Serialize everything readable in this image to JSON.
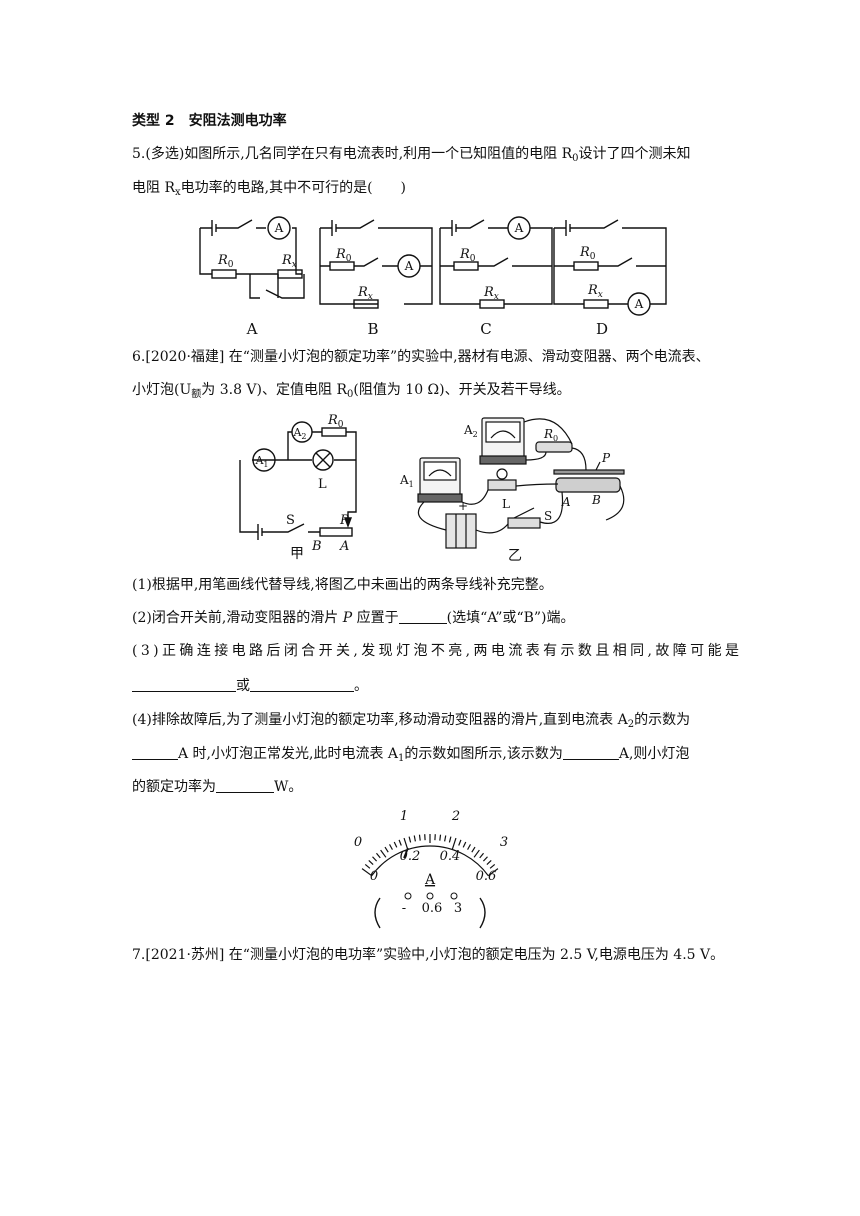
{
  "section": {
    "label": "类型 2",
    "title": "安阻法测电功率"
  },
  "q5": {
    "line1": "5.(多选)如图所示,几名同学在只有电流表时,利用一个已知阻值的电阻 R",
    "line1_sub": "0",
    "line1_tail": "设计了四个测未知",
    "line2_pre": "电阻 R",
    "line2_sub": "x",
    "line2_tail": "电功率的电路,其中不可行的是(　　)",
    "options": [
      "A",
      "B",
      "C",
      "D"
    ],
    "labels": {
      "ammeter": "A",
      "r0": "R",
      "r0_sub": "0",
      "rx": "R",
      "rx_sub": "x"
    }
  },
  "q6": {
    "line1": "6.[2020·福建]  在“测量小灯泡的额定功率”的实验中,器材有电源、滑动变阻器、两个电流表、",
    "line2_pre": "小灯泡(U",
    "line2_sub": "额",
    "line2_tail": "为 3.8 V)、定值电阻 R",
    "line2_sub2": "0",
    "line2_tail2": "(阻值为 10 Ω)、开关及若干导线。",
    "fig_jia": {
      "a1": "A",
      "a1_sub": "1",
      "a2": "A",
      "a2_sub": "2",
      "r0": "R",
      "r0_sub": "0",
      "lamp": "L",
      "switch": "S",
      "p": "P",
      "b": "B",
      "a": "A",
      "caption": "甲"
    },
    "fig_yi": {
      "a1": "A",
      "a1_sub": "1",
      "a2": "A",
      "a2_sub": "2",
      "r0": "R",
      "r0_sub": "0",
      "lamp": "L",
      "switch": "S",
      "p": "P",
      "b": "B",
      "a": "A",
      "caption": "乙",
      "plus": "+"
    },
    "sub1": "(1)根据甲,用笔画线代替导线,将图乙中未画出的两条导线补充完整。",
    "sub2_pre": "(2)闭合开关前,滑动变阻器的滑片 ",
    "sub2_p": "P",
    "sub2_mid": " 应置于",
    "sub2_tail": "(选填“A”或“B”)端。",
    "sub3": "(3)正确连接电路后闭合开关,发现灯泡不亮,两电流表有示数且相同,故障可能是",
    "sub3_or": "或",
    "sub3_end": "。",
    "sub4_line1_pre": "(4)排除故障后,为了测量小灯泡的额定功率,移动滑动变阻器的滑片,直到电流表 A",
    "sub4_line1_sub": "2",
    "sub4_line1_tail": "的示数为",
    "sub4_line2_a": "A 时,小灯泡正常发光,此时电流表 A",
    "sub4_line2_sub": "1",
    "sub4_line2_b": "的示数如图所示,该示数为",
    "sub4_line2_c": "A,则小灯泡",
    "sub4_line3_a": "的额定功率为",
    "sub4_line3_b": "W。",
    "meter": {
      "outer_ticks": [
        "0",
        "1",
        "2",
        "3"
      ],
      "inner_ticks": [
        "0",
        "0.2",
        "0.4",
        "0.6"
      ],
      "unit": "A",
      "terminals": [
        "-",
        "0.6",
        "3"
      ]
    }
  },
  "q7": {
    "line1": "7.[2021·苏州]  在“测量小灯泡的电功率”实验中,小灯泡的额定电压为 2.5 V,电源电压为 4.5 V。"
  }
}
